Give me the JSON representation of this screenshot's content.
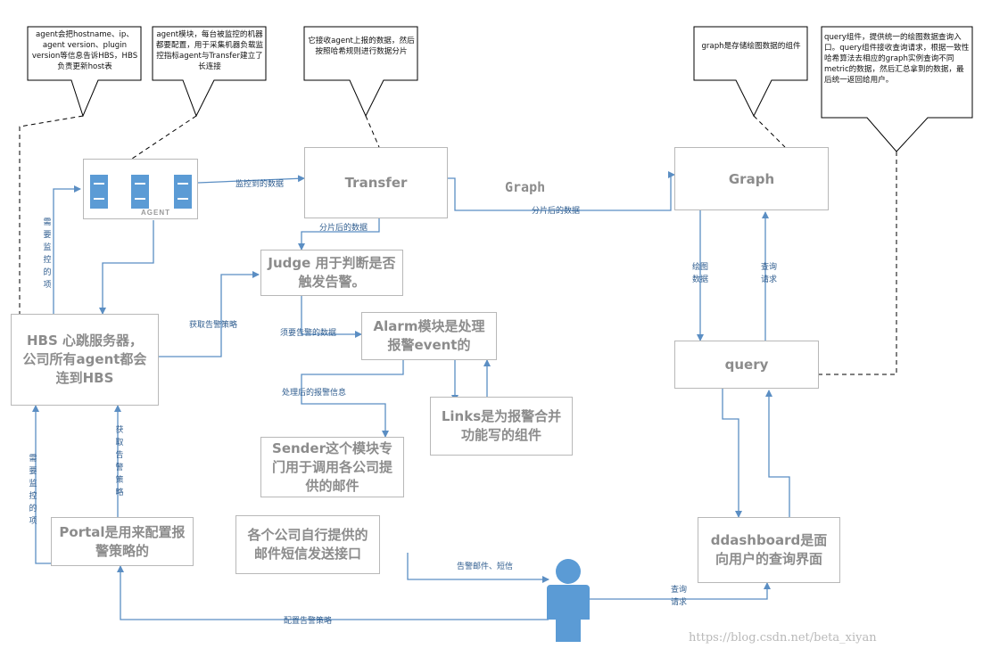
{
  "callouts": {
    "agent_desc": "agent会把hostname、ip、agent version、plugin version等信息告诉HBS，HBS负责更新host表",
    "agent_module": "agent模块，每台被监控的机器都要配置，用于采集机器负载监控指标agent与Transfer建立了长连接",
    "transfer_desc": "它接收agent上报的数据，然后按照哈希规则进行数据分片",
    "graph_desc": "graph是存储绘图数据的组件",
    "query_desc": "query组件，提供统一的绘图数据查询入口。query组件接收查询请求，根据一致性哈希算法去相应的graph实例查询不同metric的数据，然后汇总拿到的数据，最后统一返回给用户。"
  },
  "nodes": {
    "agent_label": "AGENT",
    "transfer": "Transfer",
    "graph_mid": "Graph",
    "graph": "Graph",
    "judge": "Judge 用于判断是否触发告警。",
    "hbs": "HBS 心跳服务器，公司所有agent都会连到HBS",
    "alarm": "Alarm模块是处理报警event的",
    "links": "Links是为报警合并功能写的组件",
    "sender": "Sender这个模块专门用于调用各公司提供的邮件",
    "mail_sms": "各个公司自行提供的邮件短信发送接口",
    "portal": "Portal是用来配置报警策略的",
    "query": "query",
    "dashboard": "ddashboard是面向用户的查询界面"
  },
  "edge_labels": {
    "monitored_data": "监控到的数据",
    "sharded_data_1": "分片后的数据",
    "sharded_data_2": "分片后的数据",
    "need_monitor_items_1": "需要监控的项",
    "fetch_alarm_policy_1": "获取告警策略",
    "need_alarm_data": "须要告警的数据",
    "processed_alarm_info": "处理后的报警信息",
    "need_monitor_items_2": "需要监控的项",
    "fetch_alarm_policy_2": "获取告警策略",
    "alarm_mail_sms": "告警邮件、短信",
    "config_alarm_policy": "配置告警策略",
    "draw_data": "绘图数据",
    "query_request_1": "查询请求",
    "query_request_2": "查询请求"
  },
  "watermark": "https://blog.csdn.net/beta_xiyan",
  "colors": {
    "arrow": "#5b8ec3",
    "box_border": "#b8b8b8",
    "node_text": "#8c8c8c",
    "server": "#5b9bd5",
    "person": "#5b9bd5"
  }
}
